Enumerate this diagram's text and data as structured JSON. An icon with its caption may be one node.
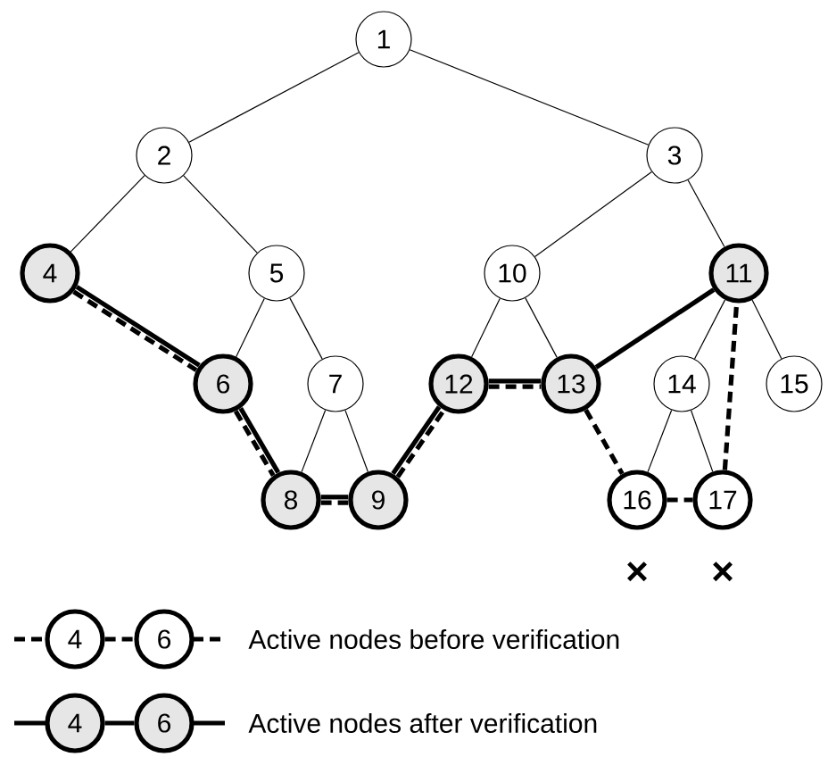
{
  "diagram": {
    "nodes": [
      {
        "text": [
          "1"
        ]
      },
      {
        "text": [
          "2"
        ]
      },
      {
        "text": [
          "3"
        ]
      },
      {
        "text": [
          "4"
        ]
      },
      {
        "text": [
          "5"
        ]
      },
      {
        "text": [
          "6"
        ]
      },
      {
        "text": [
          "7"
        ]
      },
      {
        "text": [
          "8"
        ]
      },
      {
        "text": [
          "9"
        ]
      },
      {
        "text": [
          "10"
        ]
      },
      {
        "text": [
          "11"
        ]
      },
      {
        "text": [
          "12"
        ]
      },
      {
        "text": [
          "13"
        ]
      },
      {
        "text": [
          "14"
        ]
      },
      {
        "text": [
          "15"
        ]
      },
      {
        "text": [
          "16"
        ],
        "beside": [
          "×"
        ]
      },
      {
        "text": [
          "17"
        ],
        "beside": [
          "×"
        ]
      },
      {
        "text": [
          "4"
        ]
      },
      {
        "text": [
          "6"
        ]
      },
      {
        "text": [
          "4"
        ]
      },
      {
        "text": [
          "6"
        ]
      }
    ],
    "edges": [
      {
        "from": 0,
        "to": 1,
        "arrow": "none"
      },
      {
        "from": 0,
        "to": 2,
        "arrow": "none"
      },
      {
        "from": 1,
        "to": 3,
        "arrow": "none"
      },
      {
        "from": 1,
        "to": 4,
        "arrow": "none"
      },
      {
        "from": 4,
        "to": 5,
        "arrow": "none"
      },
      {
        "from": 4,
        "to": 6,
        "arrow": "none"
      },
      {
        "from": 6,
        "to": 7,
        "arrow": "none"
      },
      {
        "from": 6,
        "to": 8,
        "arrow": "none"
      },
      {
        "from": 2,
        "to": 9,
        "arrow": "none"
      },
      {
        "from": 2,
        "to": 10,
        "arrow": "none"
      },
      {
        "from": 9,
        "to": 11,
        "arrow": "none"
      },
      {
        "from": 9,
        "to": 12,
        "arrow": "none"
      },
      {
        "from": 10,
        "to": 13,
        "arrow": "none"
      },
      {
        "from": 10,
        "to": 14,
        "arrow": "none"
      },
      {
        "from": 13,
        "to": 15,
        "arrow": "none"
      },
      {
        "from": 13,
        "to": 16,
        "arrow": "none"
      },
      {
        "from": 3,
        "to": 5,
        "arrow": "none",
        "style": "thick"
      },
      {
        "from": 5,
        "to": 7,
        "arrow": "none",
        "style": "thick"
      },
      {
        "from": 7,
        "to": 8,
        "arrow": "none",
        "style": "thick"
      },
      {
        "from": 8,
        "to": 11,
        "arrow": "none",
        "style": "thick"
      },
      {
        "from": 11,
        "to": 12,
        "arrow": "none",
        "style": "thick"
      },
      {
        "from": 12,
        "to": 10,
        "arrow": "none",
        "style": "thick"
      },
      {
        "from": 3,
        "to": 5,
        "arrow": "none",
        "style": "dashed"
      },
      {
        "from": 5,
        "to": 7,
        "arrow": "none",
        "style": "dashed"
      },
      {
        "from": 7,
        "to": 8,
        "arrow": "none",
        "style": "dashed"
      },
      {
        "from": 8,
        "to": 11,
        "arrow": "none",
        "style": "dashed"
      },
      {
        "from": 11,
        "to": 12,
        "arrow": "none",
        "style": "dashed"
      },
      {
        "from": 12,
        "to": 15,
        "arrow": "none",
        "style": "dashed"
      },
      {
        "from": 15,
        "to": 16,
        "arrow": "none",
        "style": "dashed"
      },
      {
        "from": 16,
        "to": 10,
        "arrow": "none",
        "style": "dashed"
      },
      {
        "from": 17,
        "to": 18,
        "arrow": "none",
        "style": "dashed"
      },
      {
        "from": 19,
        "to": 20,
        "arrow": "none",
        "style": "thick"
      }
    ],
    "legend": [
      {
        "text": "Active nodes before verification"
      },
      {
        "text": "Active nodes after verification"
      }
    ]
  }
}
